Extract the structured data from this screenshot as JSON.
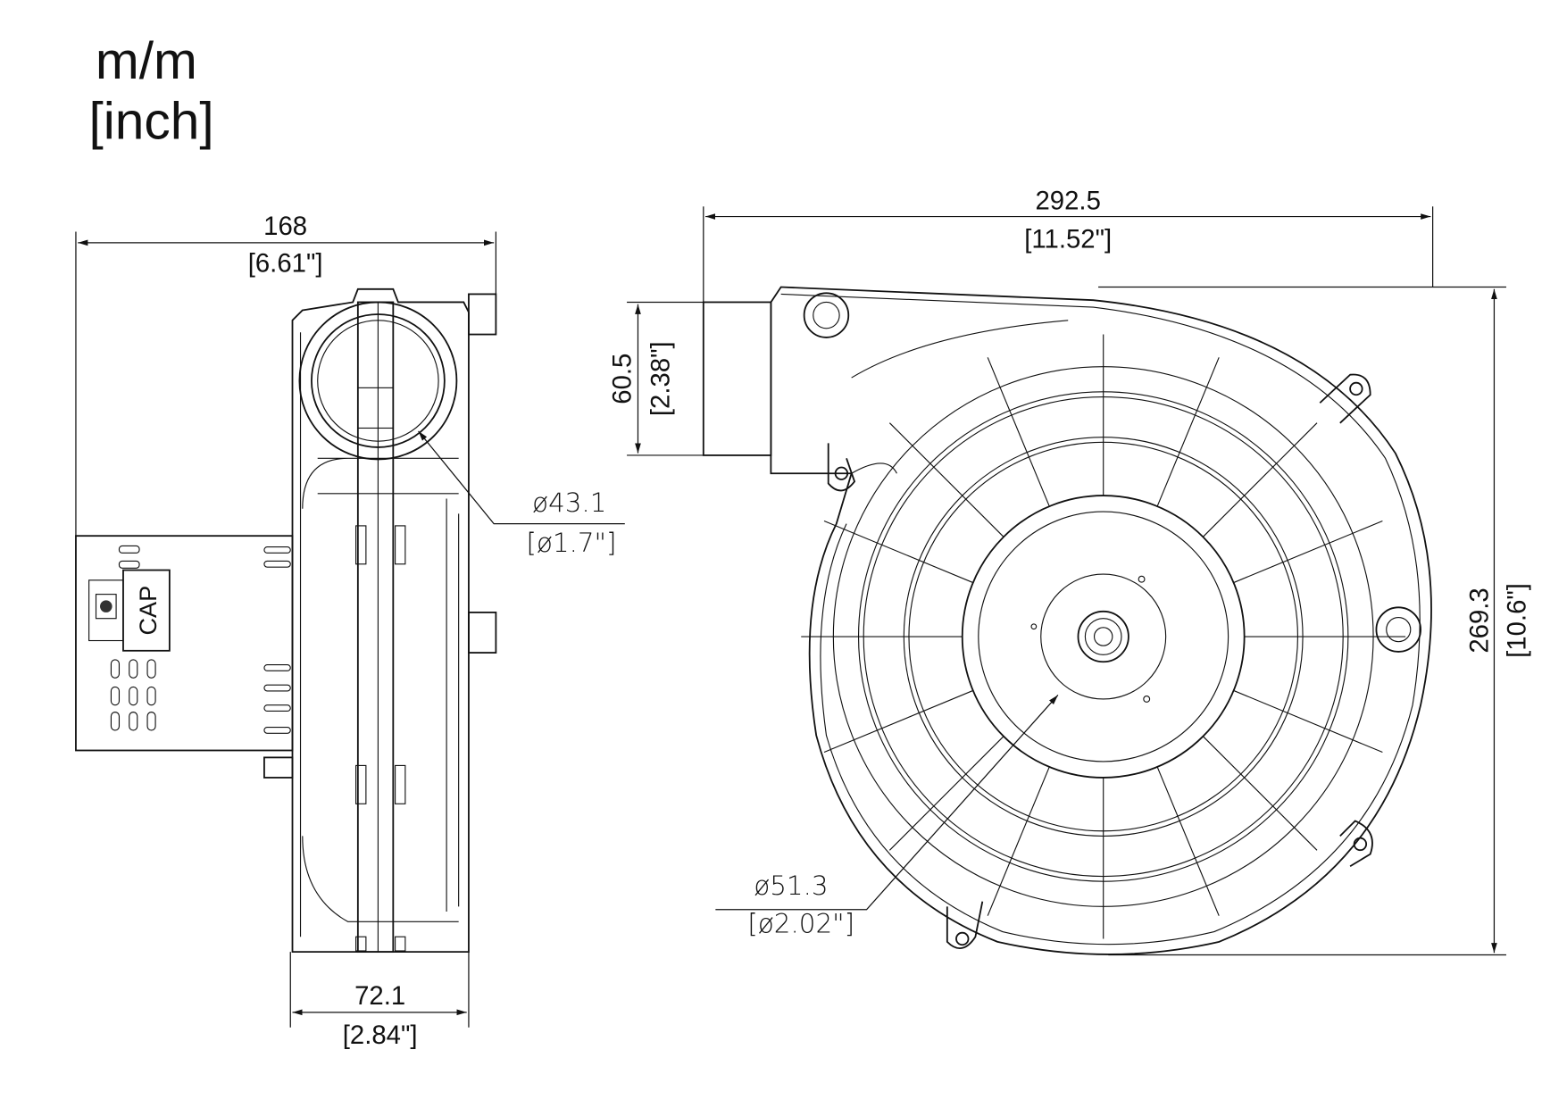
{
  "units": {
    "primary": "m/m",
    "secondary": "[inch]"
  },
  "side_view": {
    "width": {
      "mm": "168",
      "inch": "[6.61\"]"
    },
    "depth": {
      "mm": "72.1",
      "inch": "[2.84\"]"
    },
    "inlet_diameter": {
      "mm": "ø43.1",
      "inch": "[ø1.7\"]"
    },
    "capacitor_label": "CAP"
  },
  "front_view": {
    "width": {
      "mm": "292.5",
      "inch": "[11.52\"]"
    },
    "height": {
      "mm": "269.3",
      "inch": "[10.6\"]"
    },
    "outlet_height": {
      "mm": "60.5",
      "inch": "[2.38\"]"
    },
    "hub_diameter": {
      "mm": "ø51.3",
      "inch": "[ø2.02\"]"
    }
  }
}
